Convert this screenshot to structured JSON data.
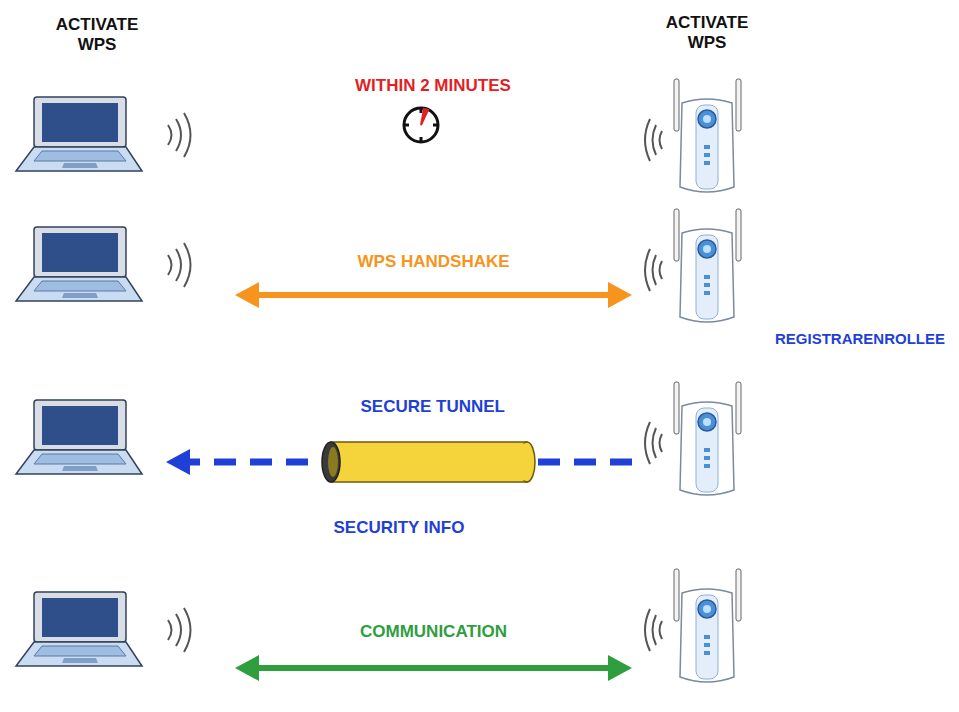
{
  "diagram": {
    "nodes": [
      {
        "text": [
          "ACTIVATE WPS"
        ]
      },
      {
        "text": [
          "ACTIVATE WPS"
        ]
      },
      {
        "text": []
      },
      {
        "text": []
      },
      {
        "text": []
      },
      {
        "text": [
          "REGISTRARENROLLEE"
        ]
      },
      {
        "text": []
      },
      {
        "text": []
      }
    ],
    "edges": [
      {
        "from": 2,
        "to": 3,
        "label": "WPS HANDSHAKE",
        "arrow": "both"
      },
      {
        "from": 5,
        "to": 4,
        "label": "SECURITY INFO",
        "arrow": "to"
      },
      {
        "from": 6,
        "to": 7,
        "label": "COMMUNICATION",
        "arrow": "both"
      }
    ],
    "labels": [
      "WITHIN 2 MINUTES",
      "SECURE TUNNEL"
    ]
  }
}
